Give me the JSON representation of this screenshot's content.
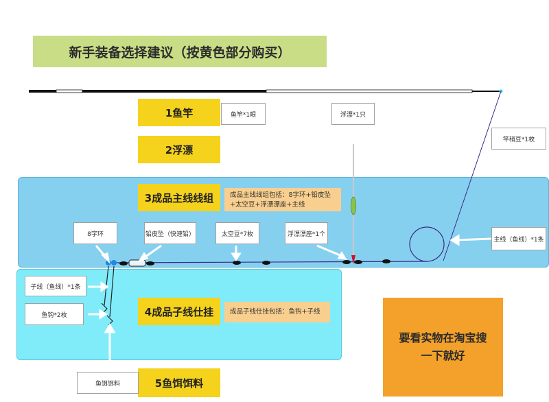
{
  "title": "新手装备选择建议（按黄色部分购买）",
  "items": {
    "rod": "1鱼竿",
    "float": "2浮漂",
    "main_line": "3成品主线线组",
    "sub_line": "4成品子线仕挂",
    "bait": "5鱼饵饵料"
  },
  "notes": {
    "rod_qty": "鱼竿*1眼",
    "float_qty": "浮漂*1只",
    "rod_tip": "竿稍豆*1枚",
    "main_line_contents": "成品主线线组包括：8字环+铅皮坠+太空豆+浮漂漂座+主线",
    "swivel": "8字环",
    "sinker": "铅皮坠（快速铅）",
    "space_bean": "太空豆*7枚",
    "float_seat": "浮漂漂座*1个",
    "main_line_qty": "主线（鱼线）*1条",
    "sub_line_qty": "子线（鱼线）*1条",
    "hook_qty": "鱼钩*2枚",
    "sub_line_contents": "成品子线仕挂包括：鱼钩+子线",
    "bait_label": "鱼饵饵料"
  },
  "taobao_text": "要看实物在淘宝搜一下就好",
  "colors": {
    "highlight": "#f5d21c",
    "title_bg": "#c9dd86",
    "main_panel": "#86d0ef",
    "sub_panel": "#80ecfa",
    "note_orange": "#f9cf8f",
    "taobao_orange": "#f3a12b",
    "line": "#3a2a8a"
  }
}
